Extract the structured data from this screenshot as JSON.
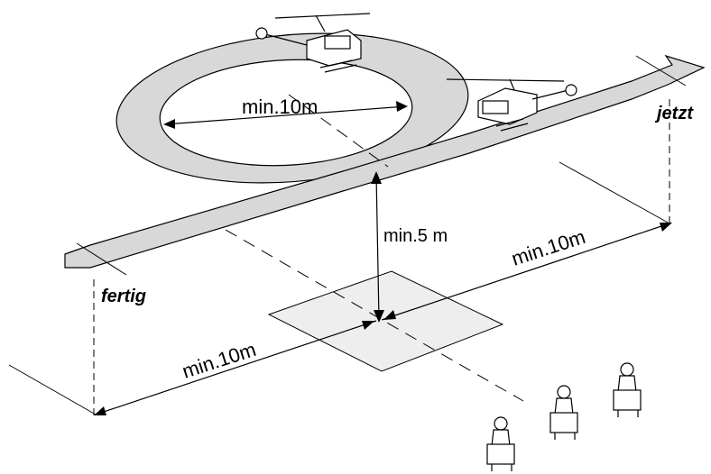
{
  "labels": {
    "ring_diameter": "min.10m",
    "height": "min.5 m",
    "right_distance": "min.10m",
    "left_distance": "min.10m",
    "start": "jetzt",
    "end": "fertig"
  },
  "colors": {
    "track_fill": "#d8d8d8",
    "pad_fill": "#eeeeee",
    "line": "#000000"
  },
  "icons": [
    "helicopter-icon",
    "helicopter-icon",
    "spectator-icon",
    "spectator-icon",
    "spectator-icon"
  ]
}
